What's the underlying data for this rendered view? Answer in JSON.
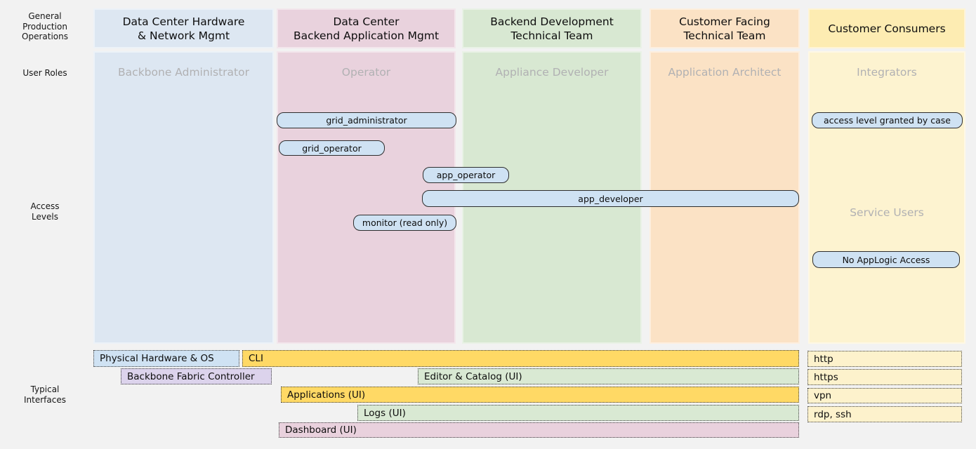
{
  "palette": {
    "background": "#f2f2f2",
    "column_blue": "#dde7f2",
    "column_pink": "#e9d2dd",
    "column_green": "#d8e8d2",
    "column_orange": "#fbe2c5",
    "column_yellow_header": "#fdecb2",
    "column_yellow_body": "#fdf3d0",
    "pill_fill": "#cfe2f3",
    "bar_gold": "#ffd965",
    "bar_lavender": "#dcd3ec",
    "bar_green": "#d9e9d3",
    "bar_pink": "#e9d1dd",
    "protocol_yellow": "#fdf2cc",
    "role_text_gray": "#b1b1b3"
  },
  "row_labels": {
    "general": "General\nProduction\nOperations",
    "user_roles": "User Roles",
    "access_levels": "Access\nLevels",
    "typical_interfaces": "Typical\nInterfaces"
  },
  "columns": [
    {
      "header": "Data Center Hardware\n& Network Mgmt",
      "role": "Backbone Administrator"
    },
    {
      "header": "Data Center\nBackend Application Mgmt",
      "role": "Operator"
    },
    {
      "header": "Backend Development\nTechnical Team",
      "role": "Appliance Developer"
    },
    {
      "header": "Customer Facing\nTechnical Team",
      "role": "Application Architect"
    },
    {
      "header": "Customer Consumers",
      "role": "Integrators",
      "secondary_role": "Service Users"
    }
  ],
  "access_levels": {
    "pills": [
      {
        "label": "grid_administrator"
      },
      {
        "label": "grid_operator"
      },
      {
        "label": "app_operator"
      },
      {
        "label": "app_developer"
      },
      {
        "label": "monitor (read only)"
      },
      {
        "label": "access level granted by case"
      },
      {
        "label": "No AppLogic Access"
      }
    ]
  },
  "interfaces": {
    "bars": [
      {
        "label": "Physical Hardware & OS"
      },
      {
        "label": "CLI"
      },
      {
        "label": "Backbone Fabric Controller"
      },
      {
        "label": "Editor & Catalog (UI)"
      },
      {
        "label": "Applications (UI)"
      },
      {
        "label": "Logs (UI)"
      },
      {
        "label": "Dashboard (UI)"
      }
    ],
    "protocols": [
      {
        "label": "http"
      },
      {
        "label": "https"
      },
      {
        "label": "vpn"
      },
      {
        "label": "rdp, ssh"
      }
    ]
  }
}
